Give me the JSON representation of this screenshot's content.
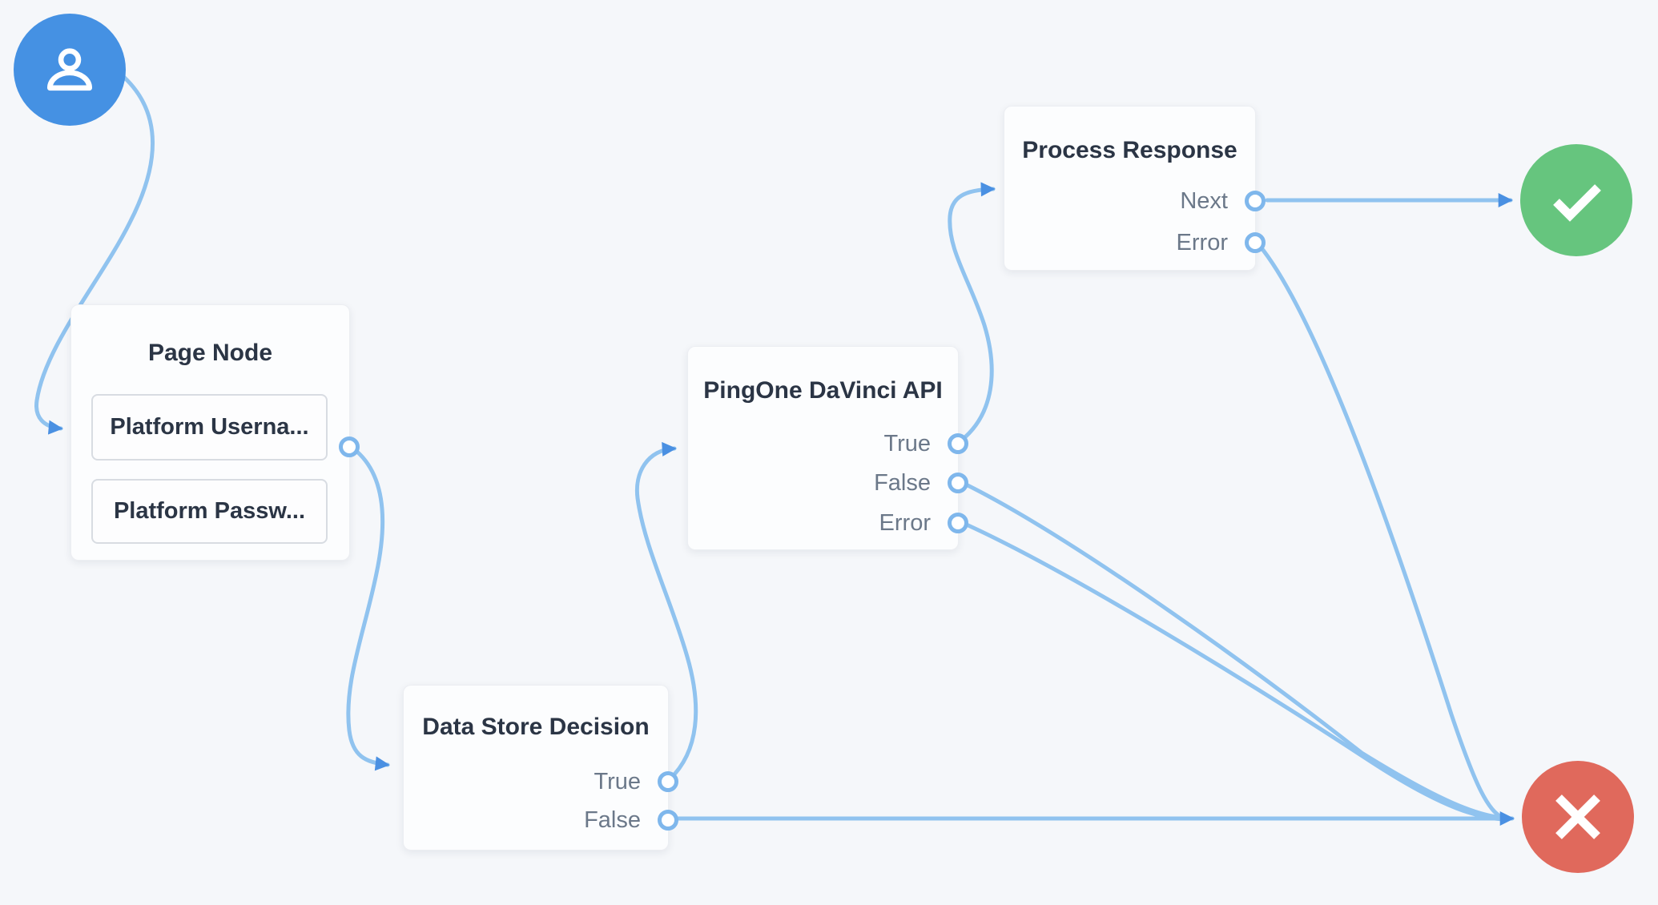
{
  "canvas": {
    "background_color": "#f5f7fa",
    "connector_color": "#90c3ef",
    "arrow_color": "#4a90e2",
    "port_border_color": "#7fb7ec"
  },
  "nodes": {
    "start": {
      "icon": "user-icon",
      "color": "#4591e3"
    },
    "page_node": {
      "title": "Page Node",
      "fields": [
        "Platform Userna...",
        "Platform Passw..."
      ]
    },
    "data_store_decision": {
      "title": "Data Store Decision",
      "outputs": [
        "True",
        "False"
      ]
    },
    "pingone_davinci_api": {
      "title": "PingOne DaVinci API",
      "outputs": [
        "True",
        "False",
        "Error"
      ]
    },
    "process_response": {
      "title": "Process Response",
      "outputs": [
        "Next",
        "Error"
      ]
    },
    "success": {
      "icon": "check-icon",
      "color": "#66c57e"
    },
    "failure": {
      "icon": "close-icon",
      "color": "#e0695c"
    }
  }
}
